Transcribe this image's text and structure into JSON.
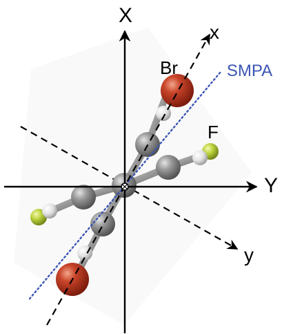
{
  "labels": {
    "lab_axis_X": "X",
    "lab_axis_Y": "Y",
    "lab_axis_x": "x",
    "lab_axis_y": "y",
    "lab_Br": "Br",
    "lab_F": "F",
    "lab_SMPA": "SMPA"
  },
  "colors": {
    "axis": "#000000",
    "smpa_line": "#3a55b4",
    "smpa_text": "#3a55b4",
    "bromine": "#b5301a",
    "fluorine": "#b9cf3a",
    "carbon": "#8a8a8a",
    "hydrogen": "#e6e6e6"
  }
}
